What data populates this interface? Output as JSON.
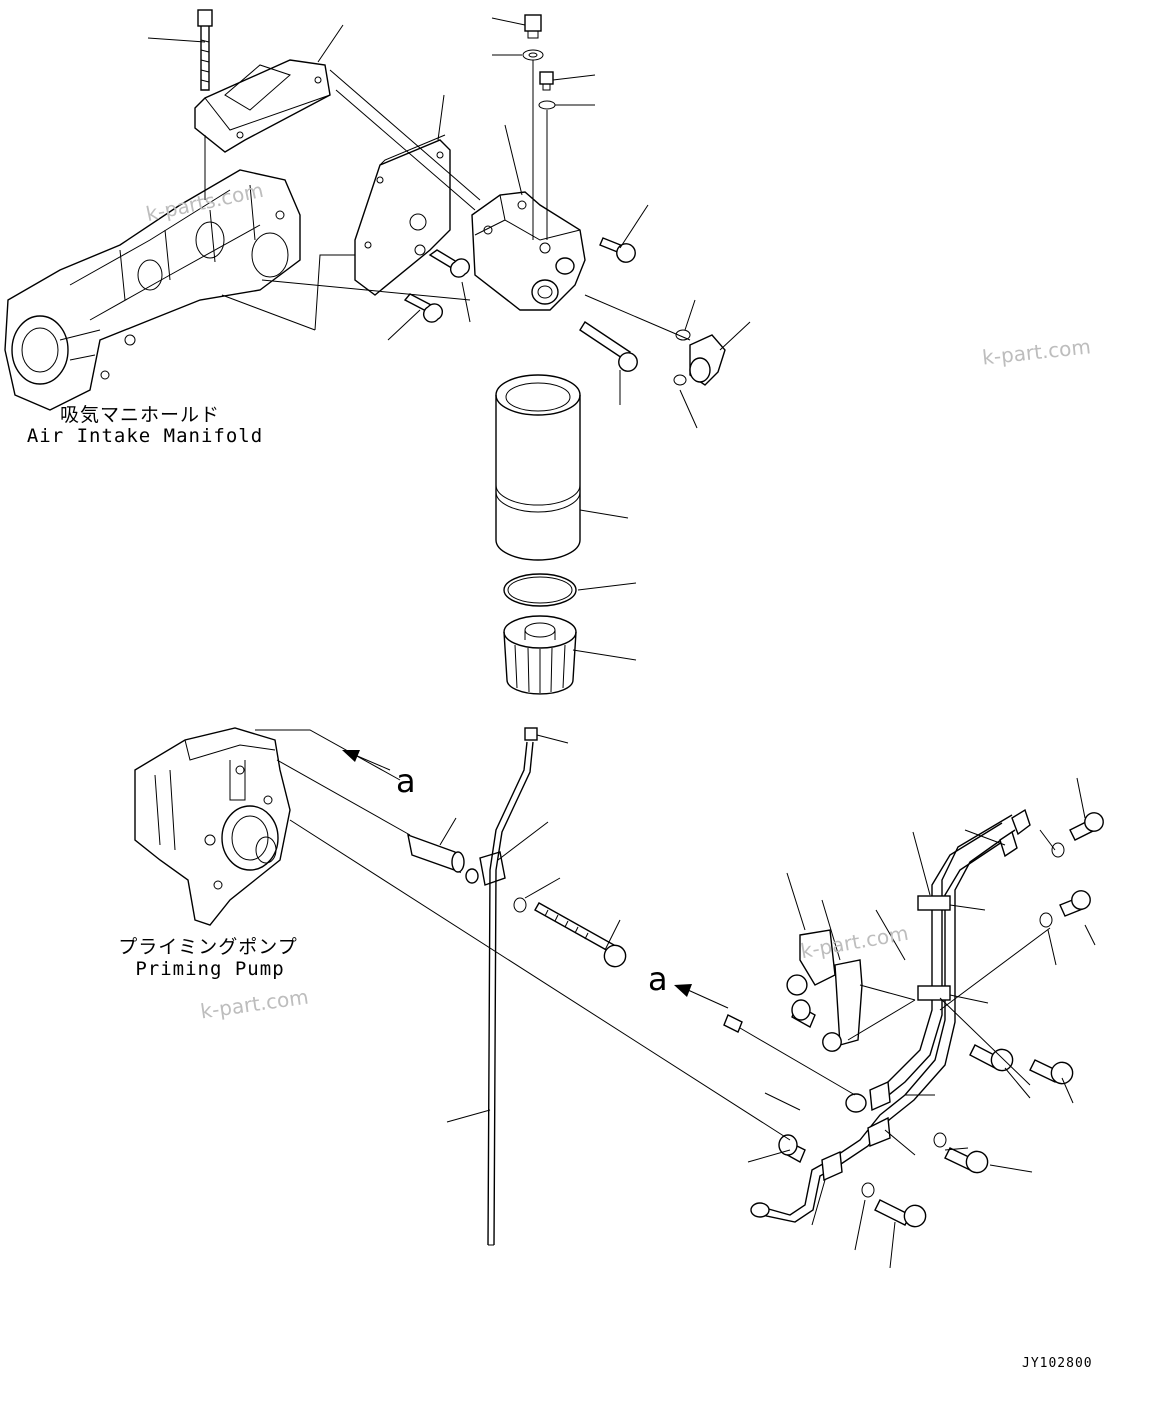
{
  "labels": {
    "air_intake_jp": "吸気マニホールド",
    "air_intake_en": "Air Intake Manifold",
    "priming_jp": "プライミングポンプ",
    "priming_en": "Priming Pump"
  },
  "view_marker": "a",
  "watermarks": [
    "k-parts.com",
    "k-part.com",
    "k-part.com",
    "k-part.com"
  ],
  "drawing_code": "JY102800"
}
